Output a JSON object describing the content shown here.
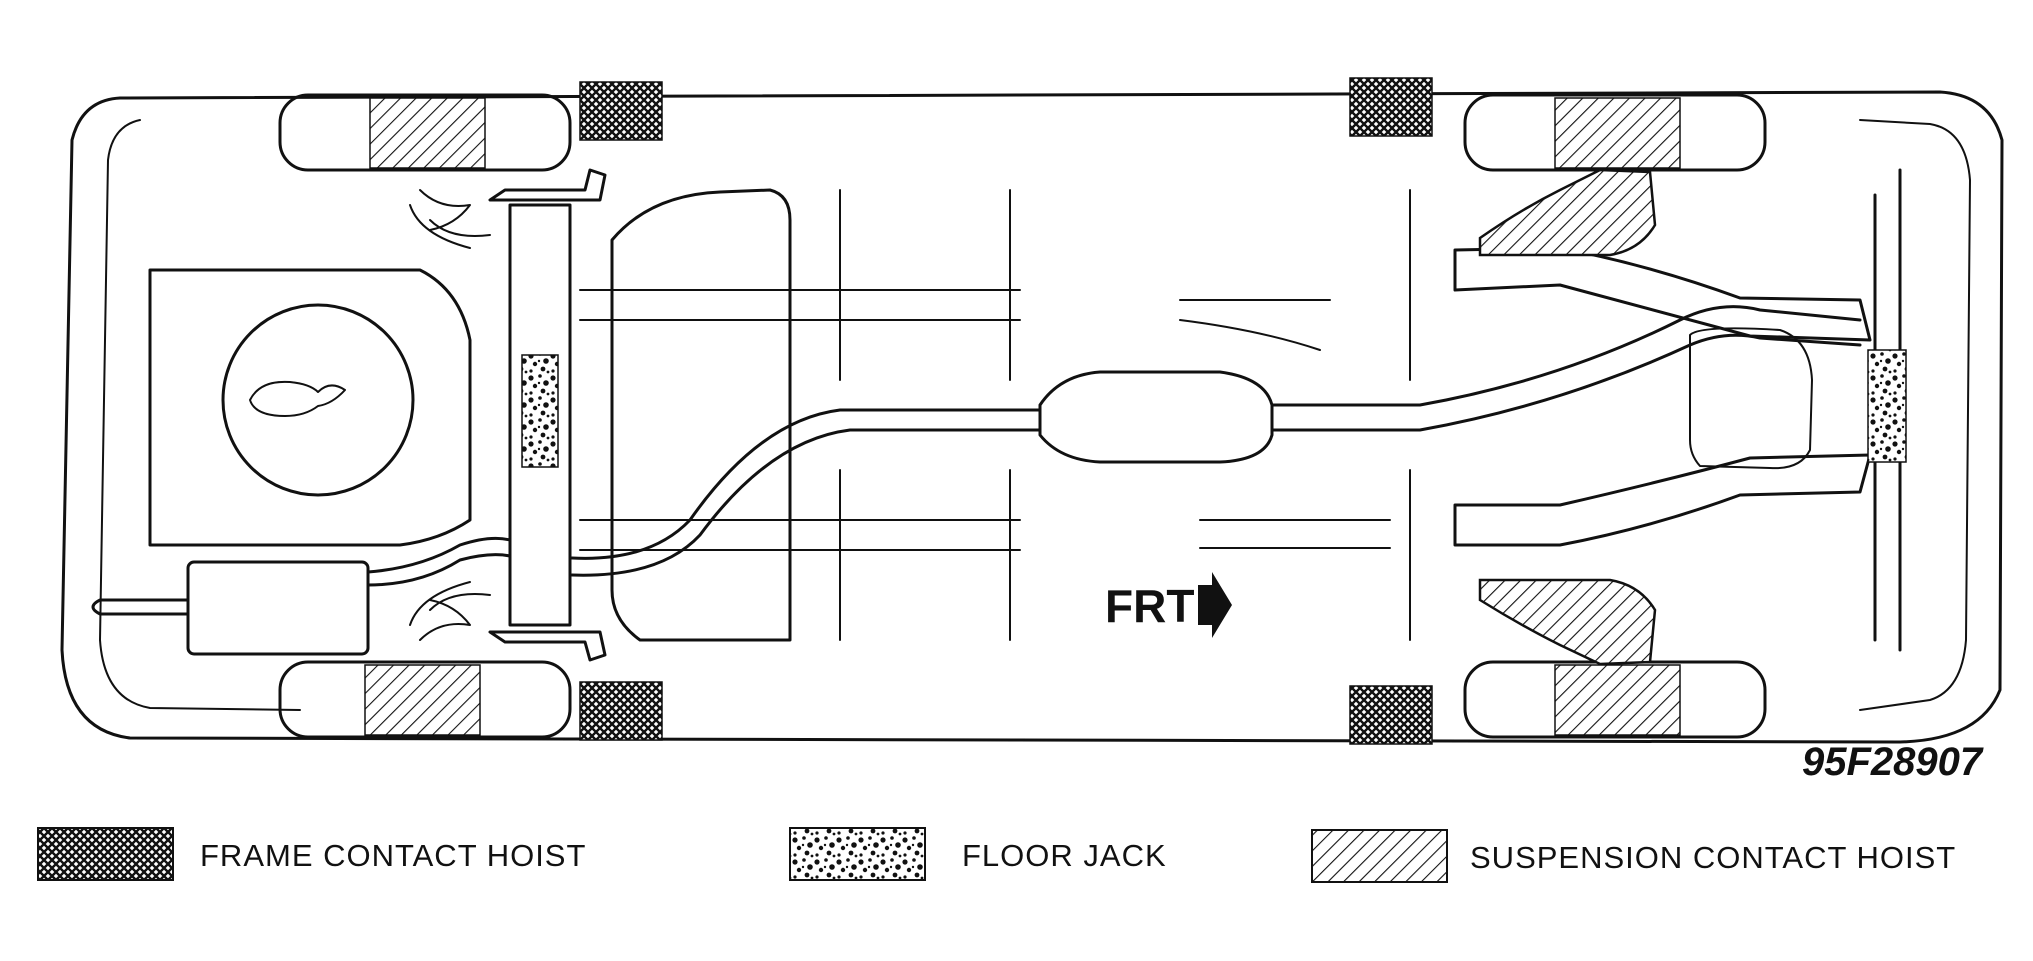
{
  "diagram": {
    "direction_label": "FRT",
    "figure_code": "95F28907"
  },
  "legend": {
    "items": [
      {
        "label": "FRAME CONTACT HOIST",
        "pattern": "crosshatch"
      },
      {
        "label": "FLOOR JACK",
        "pattern": "speckle"
      },
      {
        "label": "SUSPENSION CONTACT HOIST",
        "pattern": "diagonal-hatch"
      }
    ]
  }
}
